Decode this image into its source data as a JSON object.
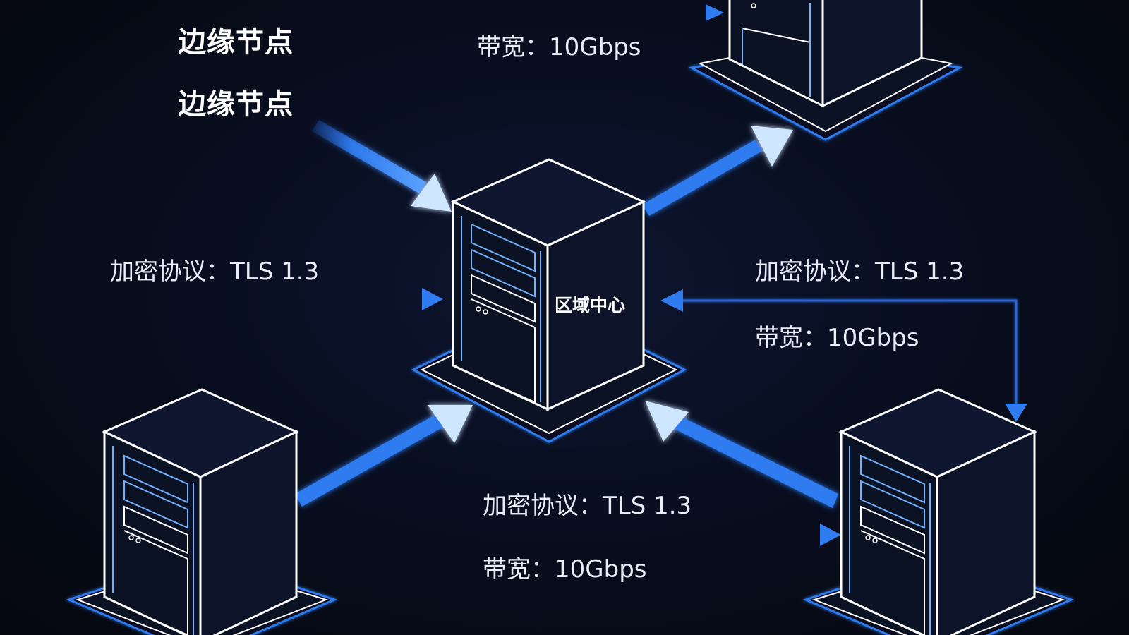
{
  "labels": {
    "edge_node_title_1": "边缘节点",
    "edge_node_title_2": "边缘节点",
    "top_bandwidth": "带宽：10Gbps",
    "left_protocol": "加密协议：TLS 1.3",
    "right_protocol": "加密协议：TLS 1.3",
    "right_bandwidth": "带宽：10Gbps",
    "bottom_protocol": "加密协议：TLS 1.3",
    "bottom_bandwidth": "带宽：10Gbps",
    "center_server": "区域中心"
  },
  "colors": {
    "background": "#070b17",
    "server_outline": "#ffffff",
    "server_face": "#0b1224",
    "accent_blue": "#2f7cf0",
    "arrow_glow": "#3d8bf5",
    "arrow_head": "#cfe6ff"
  }
}
